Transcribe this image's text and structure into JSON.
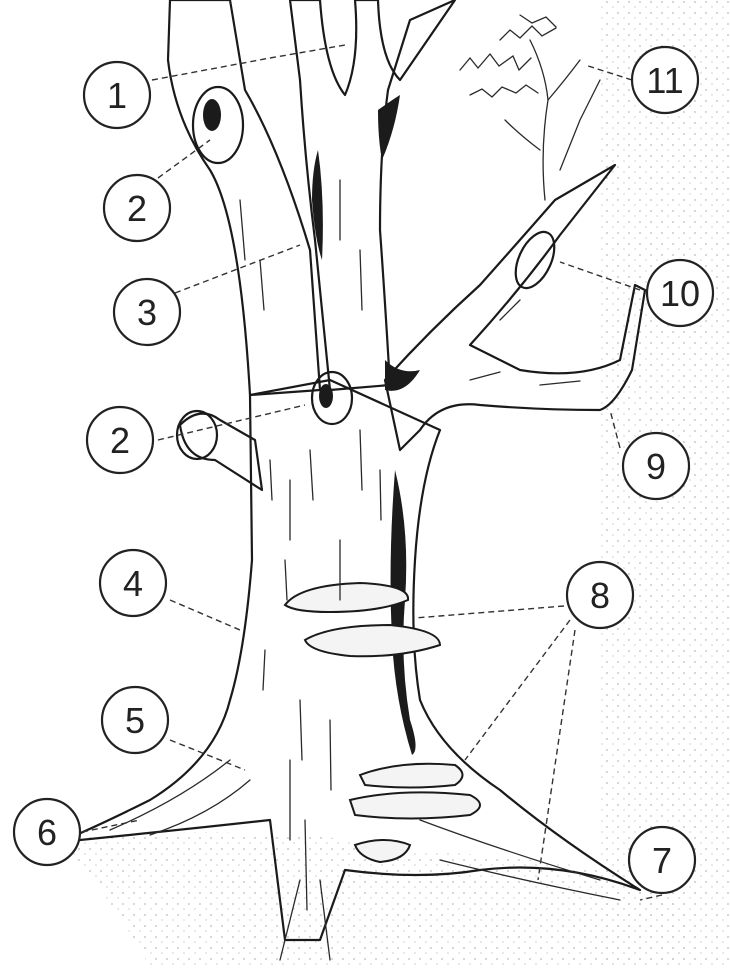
{
  "figure": {
    "callouts": [
      {
        "id": "c1",
        "label": "1"
      },
      {
        "id": "c2a",
        "label": "2"
      },
      {
        "id": "c3",
        "label": "3"
      },
      {
        "id": "c2b",
        "label": "2"
      },
      {
        "id": "c4",
        "label": "4"
      },
      {
        "id": "c5",
        "label": "5"
      },
      {
        "id": "c6",
        "label": "6"
      },
      {
        "id": "c7",
        "label": "7"
      },
      {
        "id": "c8",
        "label": "8"
      },
      {
        "id": "c9",
        "label": "9"
      },
      {
        "id": "c10",
        "label": "10"
      },
      {
        "id": "c11",
        "label": "11"
      }
    ]
  }
}
